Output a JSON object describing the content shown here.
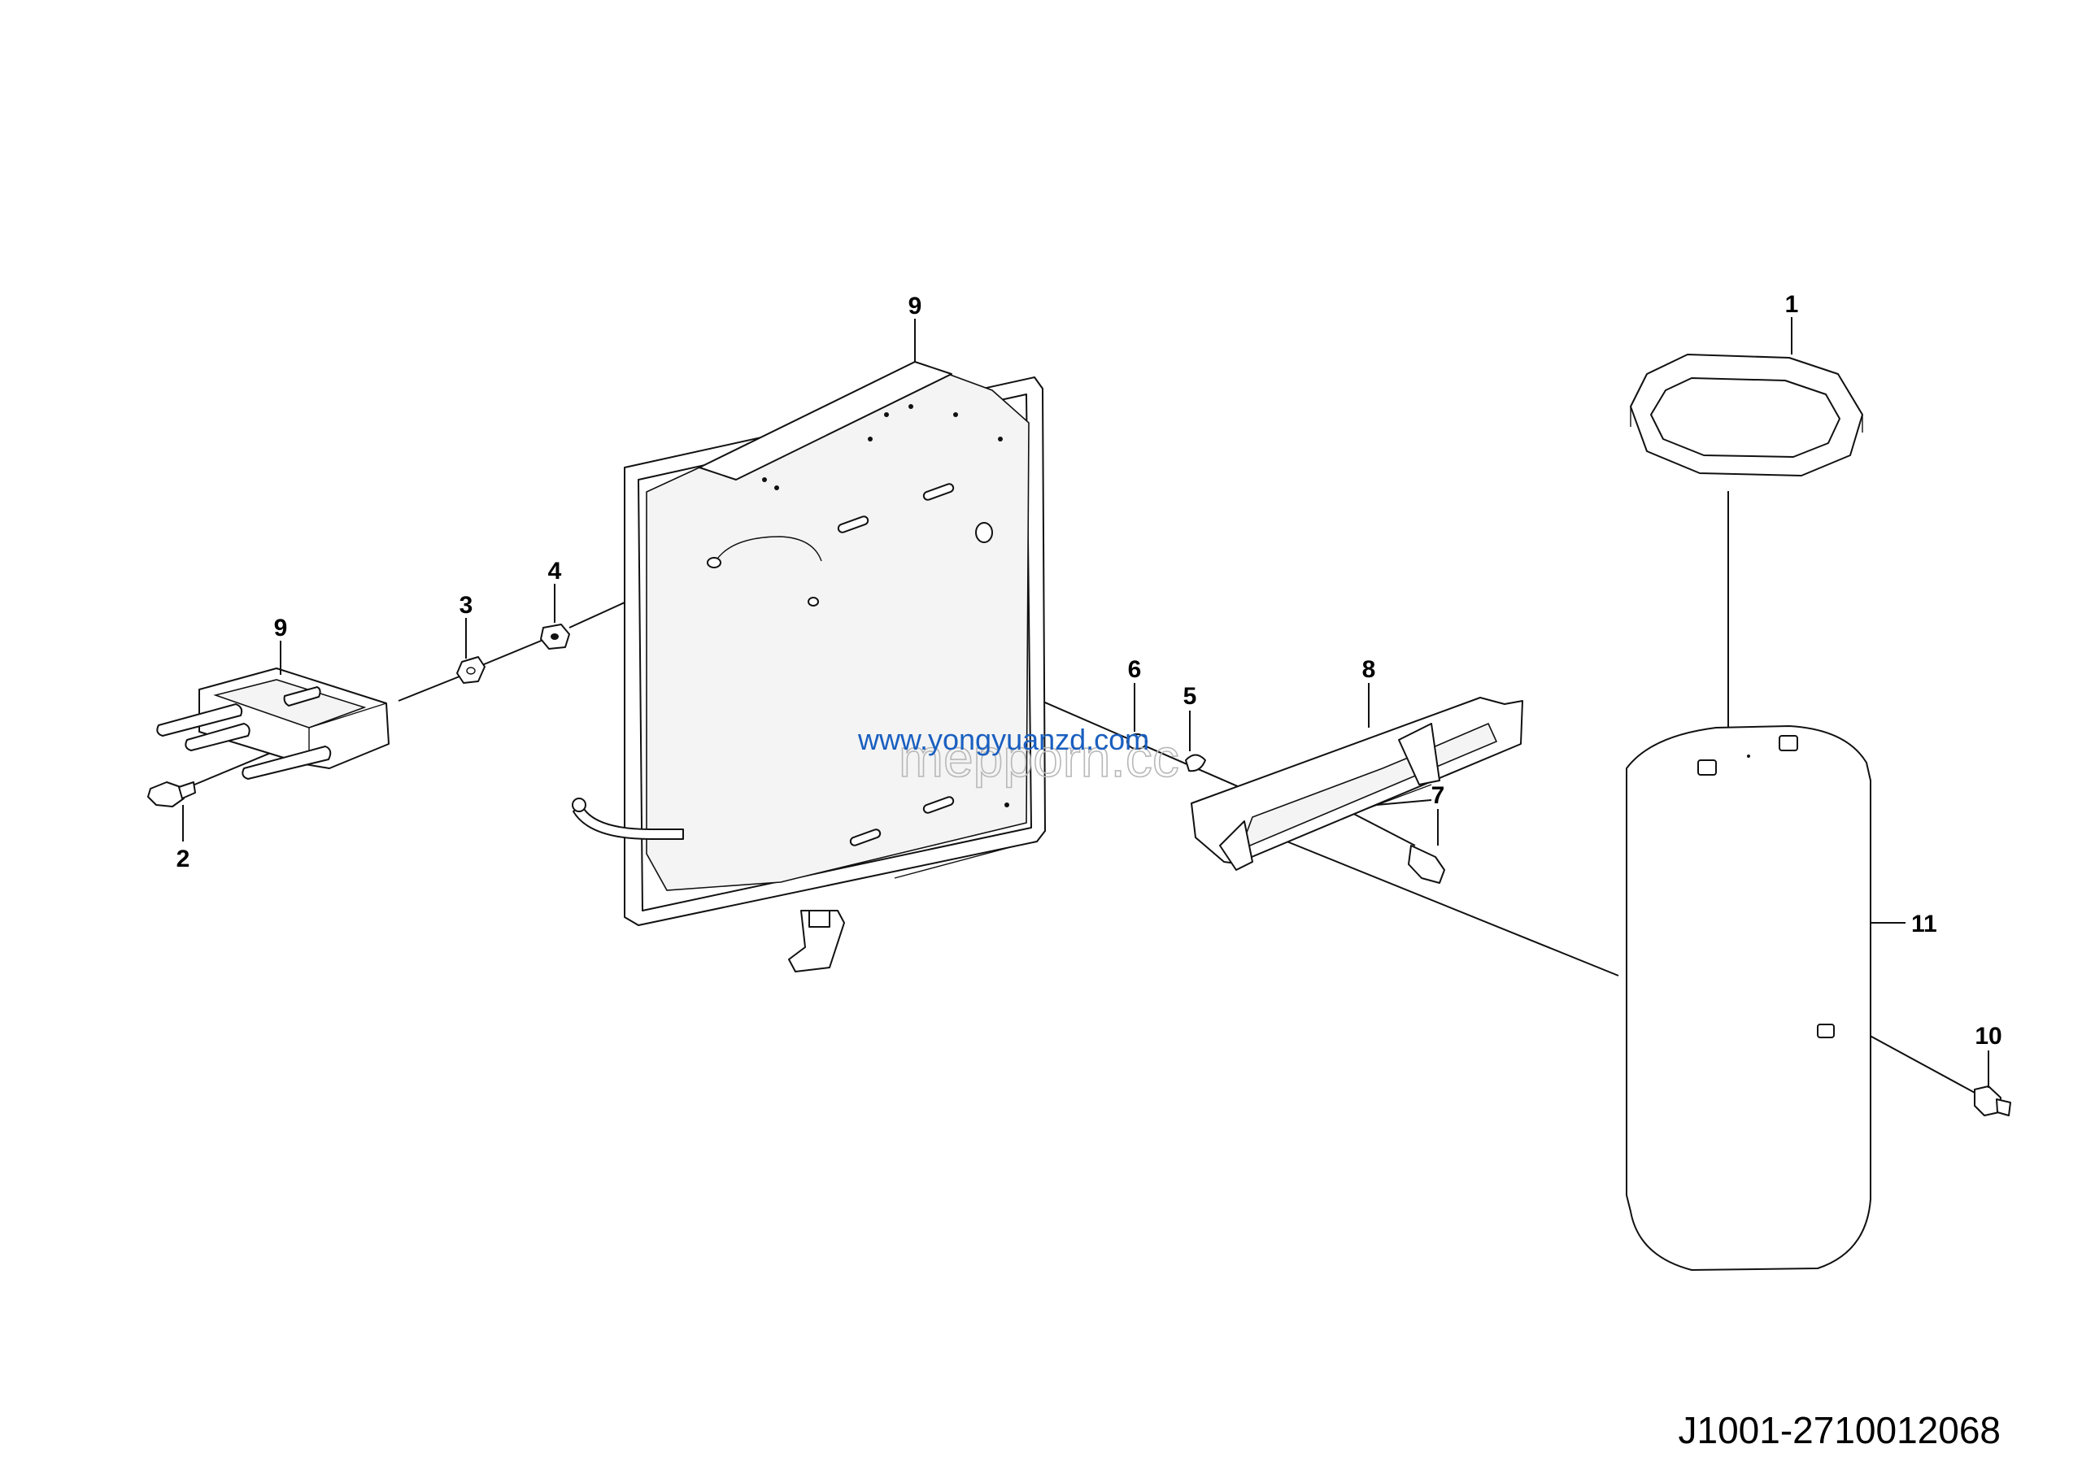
{
  "callouts": {
    "c1": "1",
    "c2": "2",
    "c3": "3",
    "c4": "4",
    "c5": "5",
    "c6": "6",
    "c7": "7",
    "c8": "8",
    "c9_panel": "9",
    "c9_holder": "9",
    "c10": "10",
    "c11": "11"
  },
  "drawing_number": "J1001-2710012068",
  "watermark": {
    "url": "www.yongyuanzd.com",
    "logo_text": "mepporn.cc"
  }
}
